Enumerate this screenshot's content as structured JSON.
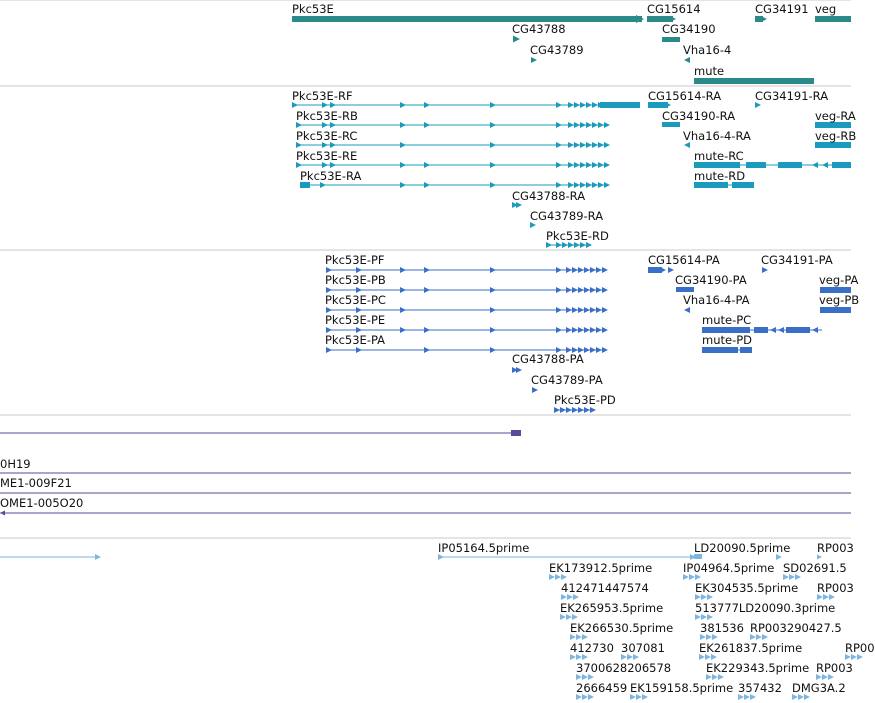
{
  "colors": {
    "gene": "#2a8a8a",
    "transcript": "#1a9bbd",
    "protein": "#3a6fc7",
    "clone": "#5b4a9c",
    "est": "#7fb6e0",
    "separator": "#c8c8c8"
  },
  "tracks": {
    "genes": {
      "labels": [
        "Pkc53E",
        "CG15614",
        "CG34191",
        "veg",
        "CG43788",
        "CG34190",
        "CG43789",
        "Vha16-4",
        "mute"
      ]
    },
    "transcripts": {
      "labels": [
        "Pkc53E-RF",
        "CG15614-RA",
        "CG34191-RA",
        "Pkc53E-RB",
        "CG34190-RA",
        "veg-RA",
        "Pkc53E-RC",
        "Vha16-4-RA",
        "veg-RB",
        "Pkc53E-RE",
        "mute-RC",
        "Pkc53E-RA",
        "mute-RD",
        "CG43788-RA",
        "CG43789-RA",
        "Pkc53E-RD"
      ]
    },
    "proteins": {
      "labels": [
        "Pkc53E-PF",
        "CG15614-PA",
        "CG34191-PA",
        "Pkc53E-PB",
        "CG34190-PA",
        "veg-PA",
        "Pkc53E-PC",
        "Vha16-4-PA",
        "veg-PB",
        "Pkc53E-PE",
        "mute-PC",
        "Pkc53E-PA",
        "mute-PD",
        "CG43788-PA",
        "CG43789-PA",
        "Pkc53E-PD"
      ]
    },
    "clones": {
      "labels": [
        "0H19",
        "ME1-009F21",
        "OME1-005O20"
      ]
    },
    "ests": {
      "labels": [
        "IP05164.5prime",
        "LD20090.5prime",
        "RP003",
        "EK173912.5prime",
        "IP04964.5prime",
        "SD02691.5",
        "412471447574",
        "EK304535.5prime",
        "RP003",
        "EK265953.5prime",
        "513777LD20090.3prime",
        "EK266530.5prime",
        "381536",
        "RP003290427.5",
        "412730",
        "307081",
        "EK261837.5prime",
        "RP00",
        "3700628206578",
        "EK229343.5prime",
        "RP003",
        "2666459",
        "EK159158.5prime",
        "357432",
        "DMG3A.2"
      ]
    }
  }
}
